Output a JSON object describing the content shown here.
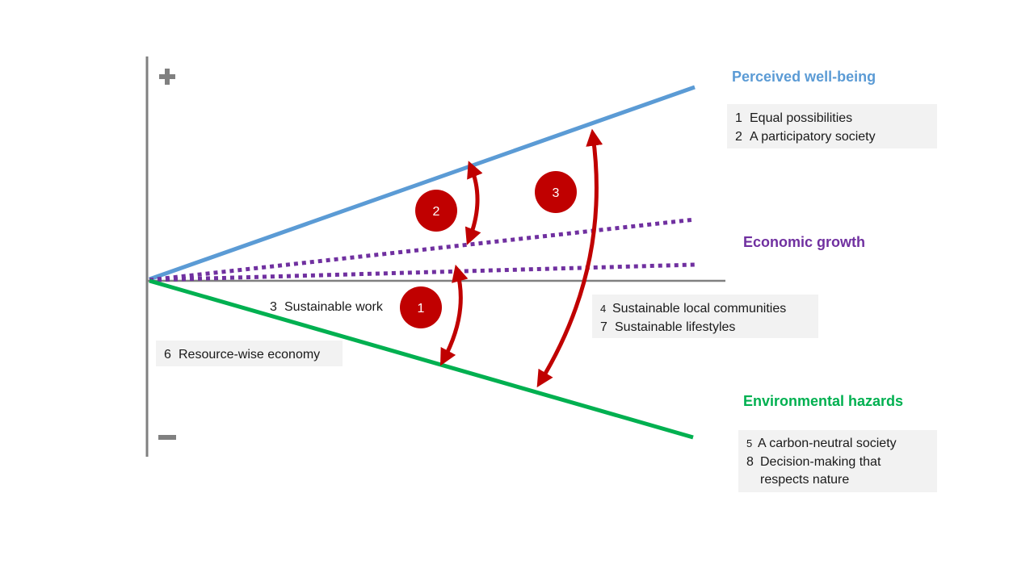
{
  "colors": {
    "wellbeing": "#5b9bd5",
    "growth": "#7030a0",
    "hazards": "#00b050",
    "arrow": "#c00000",
    "axis": "#808080",
    "box": "#f2f2f2"
  },
  "axis": {
    "plus": "+",
    "minus": "−"
  },
  "series": {
    "wellbeing": {
      "name": "Perceived well-being"
    },
    "growth": {
      "name": "Economic growth"
    },
    "hazards": {
      "name": "Environmental hazards"
    }
  },
  "boxes": {
    "wellbeing_goals": {
      "line1": {
        "num": "1",
        "text": "Equal possibilities"
      },
      "line2": {
        "num": "2",
        "text": "A participatory society"
      }
    },
    "work_goal": {
      "num": "3",
      "text": "Sustainable work"
    },
    "community_goals": {
      "line1": {
        "num": "4",
        "text": "Sustainable local communities"
      },
      "line2": {
        "num": "7",
        "text": "Sustainable lifestyles"
      }
    },
    "economy_goal": {
      "num": "6",
      "text": "Resource-wise economy"
    },
    "hazard_goals": {
      "line1": {
        "num": "5",
        "text": "A carbon-neutral society"
      },
      "line2": {
        "num": "8",
        "text": "Decision-making that"
      },
      "line3": {
        "text": "respects nature"
      }
    }
  },
  "badges": {
    "b1": "1",
    "b2": "2",
    "b3": "3"
  }
}
